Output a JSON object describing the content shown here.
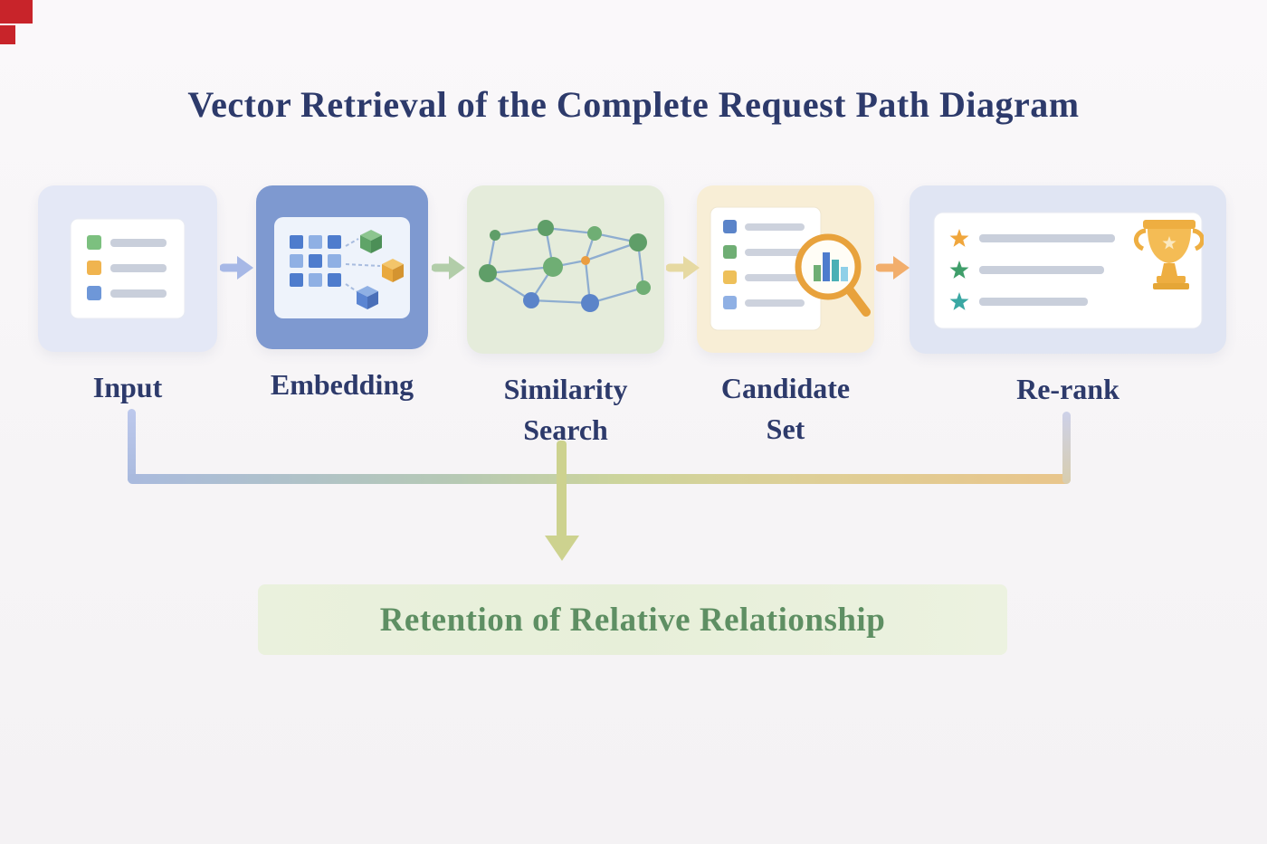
{
  "title": "Vector Retrieval of the Complete Request Path Diagram",
  "stages": [
    {
      "label": "Input",
      "icon": "document-list-icon"
    },
    {
      "label": "Embedding",
      "icon": "embedding-grid-cubes-icon"
    },
    {
      "label": "Similarity Search",
      "icon": "graph-network-icon"
    },
    {
      "label": "Candidate Set",
      "icon": "list-magnifier-chart-icon"
    },
    {
      "label": "Re-rank",
      "icon": "ranked-list-trophy-icon"
    }
  ],
  "banner": {
    "label": "Retention of Relative Relationship"
  },
  "colors": {
    "title_text": "#2d3a6b",
    "stage_label_text": "#2d3a6b",
    "banner_text": "#5e8f63",
    "banner_bg": "#e9f0db",
    "card_input_bg": "#e4e8f6",
    "card_embedding_bg": "#7e99d0",
    "card_similarity_bg": "#e5ecdb",
    "card_candidate_bg": "#f8eed6",
    "card_rerank_bg": "#e0e5f3",
    "arrow_input_embedding": "#a7b8e6",
    "arrow_embedding_similarity": "#b2cda9",
    "arrow_similarity_candidate": "#e6d9a2",
    "arrow_candidate_rerank": "#f2ae6c",
    "bracket_gradient_start": "#a9bade",
    "bracket_gradient_end": "#e9c58b",
    "down_arrow": "#cdd28f",
    "corner_artifact": "#c8242a"
  }
}
